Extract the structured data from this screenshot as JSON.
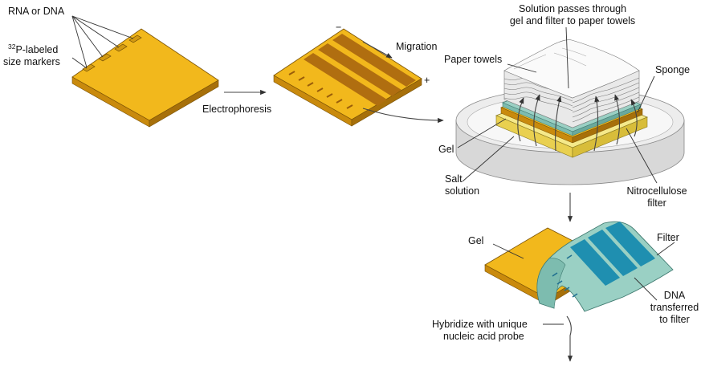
{
  "labels": {
    "rna_dna": "RNA or DNA",
    "marker_sup": "32",
    "marker_line1": "P-labeled",
    "marker_line2": "size markers",
    "electrophoresis": "Electrophoresis",
    "minus": "−",
    "plus": "+",
    "migration": "Migration",
    "solution_line1": "Solution passes through",
    "solution_line2": "gel and filter to paper towels",
    "paper_towels": "Paper towels",
    "sponge": "Sponge",
    "gel_stack": "Gel",
    "salt_line1": "Salt",
    "salt_line2": "solution",
    "nitro_line1": "Nitrocellulose",
    "nitro_line2": "filter",
    "gel_bottom": "Gel",
    "filter": "Filter",
    "hybridize_line1": "Hybridize with unique",
    "hybridize_line2": "nucleic acid probe",
    "dna_line1": "DNA",
    "dna_line2": "transferred",
    "dna_line3": "to filter"
  },
  "colors": {
    "gel_top": "#f2b81c",
    "gel_front": "#c98a0d",
    "gel_side": "#a7700a",
    "band": "#b06e10",
    "filter": "#9ad0c4",
    "filter_band": "#1f8fb0",
    "tray": "#e6e6e6",
    "sponge": "#f5e98a",
    "towel": "#f4f4f4"
  }
}
